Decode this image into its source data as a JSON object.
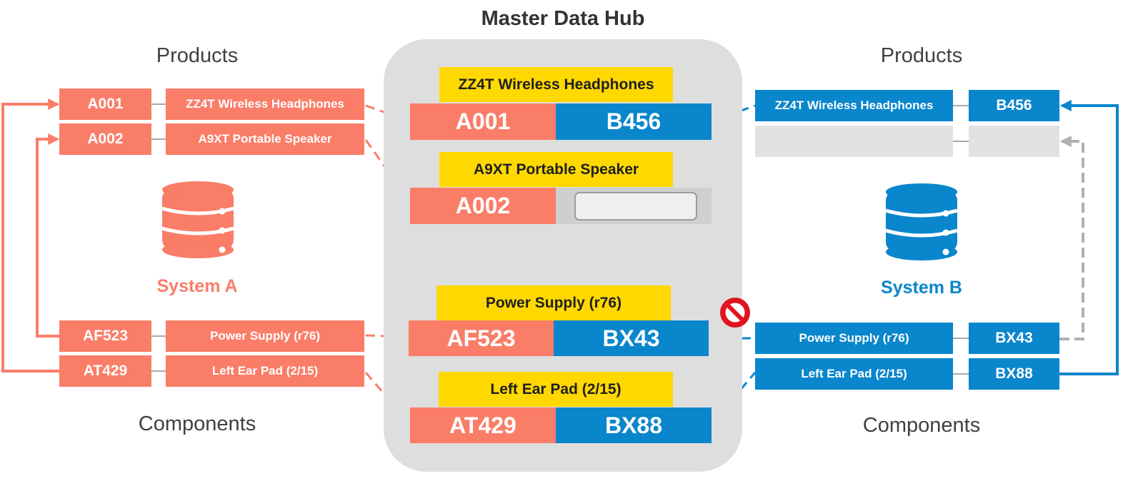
{
  "hub": {
    "title": "Master Data Hub"
  },
  "colors": {
    "system_a": "#fa7d68",
    "system_b": "#0a86cc",
    "hub_label": "#ffd800",
    "hub_background": "#dedede",
    "missing_link": "#b0b0b0",
    "blocked": "#e0141e"
  },
  "system_a": {
    "name": "System A",
    "icon": "database-icon",
    "products_heading": "Products",
    "components_heading": "Components",
    "products": [
      {
        "code": "A001",
        "name": "ZZ4T Wireless Headphones"
      },
      {
        "code": "A002",
        "name": "A9XT Portable Speaker"
      }
    ],
    "components": [
      {
        "code": "AF523",
        "name": "Power Supply (r76)"
      },
      {
        "code": "AT429",
        "name": "Left Ear Pad (2/15)"
      }
    ]
  },
  "system_b": {
    "name": "System B",
    "icon": "database-icon",
    "products_heading": "Products",
    "components_heading": "Components",
    "products": [
      {
        "code": "B456",
        "name": "ZZ4T Wireless Headphones"
      },
      {
        "code": "",
        "name": ""
      }
    ],
    "components": [
      {
        "code": "BX43",
        "name": "Power Supply (r76)"
      },
      {
        "code": "BX88",
        "name": "Left Ear Pad (2/15)"
      }
    ]
  },
  "hub_records": [
    {
      "label": "ZZ4T Wireless Headphones",
      "code_a": "A001",
      "code_b": "B456"
    },
    {
      "label": "A9XT Portable Speaker",
      "code_a": "A002",
      "code_b": ""
    },
    {
      "label": "Power Supply (r76)",
      "code_a": "AF523",
      "code_b": "BX43"
    },
    {
      "label": "Left Ear Pad (2/15)",
      "code_a": "AT429",
      "code_b": "BX88"
    }
  ]
}
